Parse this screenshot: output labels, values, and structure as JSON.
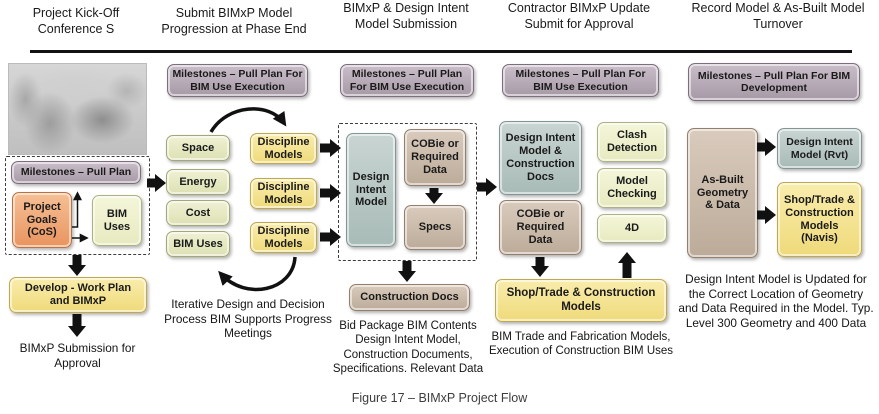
{
  "palette": {
    "milestone_header": "#b3a6b3",
    "orange": "#eda06c",
    "sage_green": "#e6e9c3",
    "yellow": "#f2e08a",
    "blue_gray": "#b7c9c5",
    "tan": "#cdbcab",
    "arrow": "#111111"
  },
  "caption": "Figure 17 – BIMxP Project Flow",
  "col1": {
    "header": "Project Kick-Off Conference S",
    "milestone": "Milestones – Pull Plan",
    "project_goals": "Project Goals (CoS)",
    "bim_uses": "BIM Uses",
    "develop": "Develop - Work Plan and BIMxP",
    "footer": "BIMxP Submission for Approval"
  },
  "col2": {
    "header": "Submit BIMxP Model Progression at Phase End",
    "milestone": "Milestones – Pull Plan For BIM Use Execution",
    "left_boxes": [
      "Space",
      "Energy",
      "Cost",
      "BIM Uses"
    ],
    "right_boxes": [
      "Discipline Models",
      "Discipline Models",
      "Discipline Models"
    ],
    "footer": "Iterative Design and Decision Process BIM Supports Progress Meetings"
  },
  "col3": {
    "header": "BIMxP & Design Intent Model Submission",
    "milestone": "Milestones – Pull Plan For BIM Use Execution",
    "design_intent_model": "Design Intent Model",
    "cobie": "COBie or Required Data",
    "specs": "Specs",
    "construction_docs": "Construction Docs",
    "footer": "Bid Package BIM Contents Design Intent Model, Construction Documents, Specifications. Relevant Data"
  },
  "col4": {
    "header": "Contractor BIMxP Update Submit for Approval",
    "milestone": "Milestones – Pull Plan For BIM Use Execution",
    "design_intent_docs": "Design Intent Model & Construction Docs",
    "cobie": "COBie or Required Data",
    "checks": [
      "Clash Detection",
      "Model Checking",
      "4D"
    ],
    "shop_trade": "Shop/Trade & Construction Models",
    "footer": "BIM Trade and Fabrication Models, Execution of Construction BIM Uses"
  },
  "col5": {
    "header": "Record Model & As-Built Model Turnover",
    "milestone": "Milestones – Pull Plan For BIM Development",
    "as_built": "As-Built Geometry & Data",
    "design_intent_rvt": "Design Intent Model (Rvt)",
    "shop_trade_navis": "Shop/Trade & Construction Models (Navis)",
    "footer": "Design Intent Model is Updated for the Correct Location of Geometry and Data Required in the Model. Typ. Level 300 Geometry and 400 Data"
  }
}
